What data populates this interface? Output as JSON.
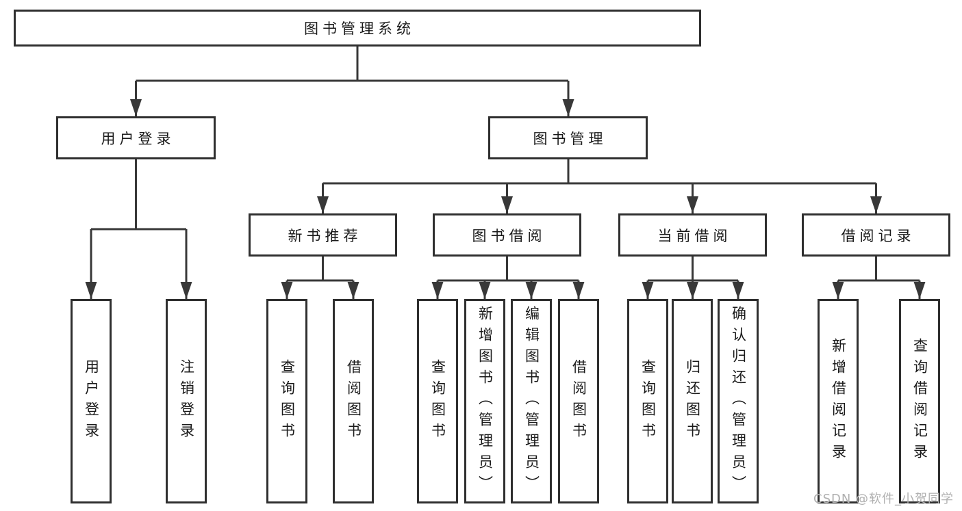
{
  "diagram": {
    "root": {
      "label": "图书管理系统"
    },
    "level2": [
      {
        "label": "用户登录"
      },
      {
        "label": "图书管理"
      }
    ],
    "level3": [
      {
        "label": "新书推荐",
        "parent": "图书管理"
      },
      {
        "label": "图书借阅",
        "parent": "图书管理"
      },
      {
        "label": "当前借阅",
        "parent": "图书管理"
      },
      {
        "label": "借阅记录",
        "parent": "图书管理"
      }
    ],
    "leaves": [
      {
        "label": "用户登录",
        "parent": "用户登录"
      },
      {
        "label": "注销登录",
        "parent": "用户登录"
      },
      {
        "label": "查询图书",
        "parent": "新书推荐"
      },
      {
        "label": "借阅图书",
        "parent": "新书推荐"
      },
      {
        "label": "查询图书",
        "parent": "图书借阅"
      },
      {
        "label": "新增图书（管理员）",
        "parent": "图书借阅"
      },
      {
        "label": "编辑图书（管理员）",
        "parent": "图书借阅"
      },
      {
        "label": "借阅图书",
        "parent": "图书借阅"
      },
      {
        "label": "查询图书",
        "parent": "当前借阅"
      },
      {
        "label": "归还图书",
        "parent": "当前借阅"
      },
      {
        "label": "确认归还（管理员）",
        "parent": "当前借阅"
      },
      {
        "label": "新增借阅记录",
        "parent": "借阅记录"
      },
      {
        "label": "查询借阅记录",
        "parent": "借阅记录"
      }
    ]
  },
  "watermark": {
    "text": "CSDN @软件_小贺同学"
  },
  "colors": {
    "line": "#383838",
    "box_border": "#2f2f2f",
    "text": "#1a1a1a",
    "box_fill": "#ffffff",
    "watermark": "#b0b0b0",
    "background": "#ffffff"
  }
}
